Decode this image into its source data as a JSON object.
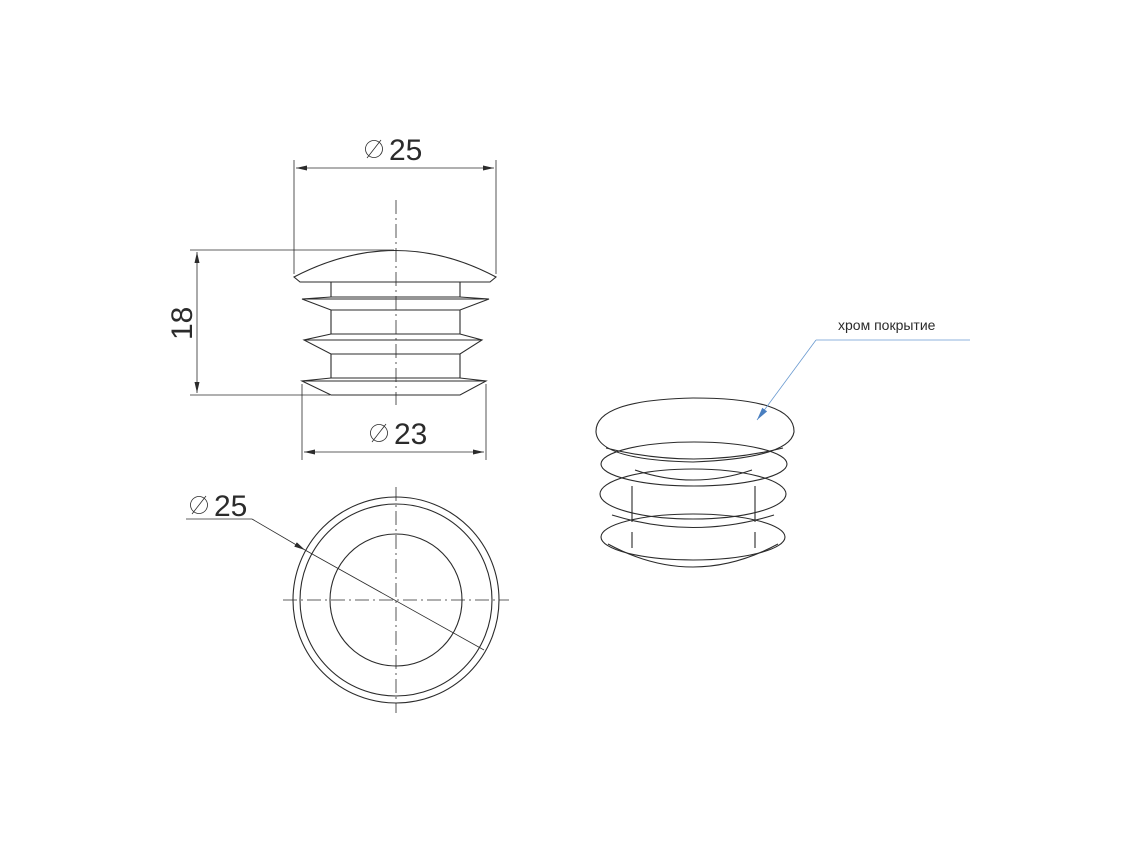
{
  "dimensions": {
    "top_diameter": "25",
    "height": "18",
    "bottom_diameter": "23",
    "plan_diameter": "25"
  },
  "callout": {
    "note": "хром покрытие"
  },
  "colors": {
    "line": "#2b2b2b",
    "leader": "#6a9ad0",
    "background": "#ffffff"
  }
}
